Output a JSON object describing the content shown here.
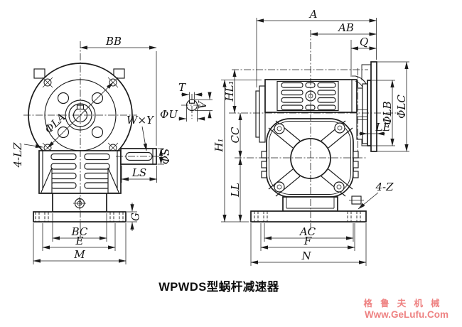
{
  "caption": "WPWDS型蜗杆减速器",
  "watermark": {
    "line1": "格 鲁 夫 机 械",
    "line2": "Www.GeLufu.Com",
    "color": "#ee8282"
  },
  "front_view": {
    "labels": {
      "bb": "BB",
      "phi_la": "ΦLA",
      "lz": "4-LZ",
      "wxy": "W×Y",
      "phi_s": "ΦS",
      "ls": "LS",
      "g": "G",
      "bc": "BC",
      "e": "E",
      "m": "M"
    }
  },
  "shaft_detail": {
    "labels": {
      "t": "T",
      "v": "V",
      "phi_u": "ΦU"
    }
  },
  "side_view": {
    "labels": {
      "a": "A",
      "ab": "AB",
      "q": "Q",
      "h1": "H₁",
      "hl1": "HL₁",
      "cc": "CC",
      "ll": "LL",
      "phi_lb": "ΦLB",
      "phi_lc": "ΦLC",
      "le": "LE",
      "z": "4-Z",
      "ac": "AC",
      "f": "F",
      "n": "N"
    }
  }
}
